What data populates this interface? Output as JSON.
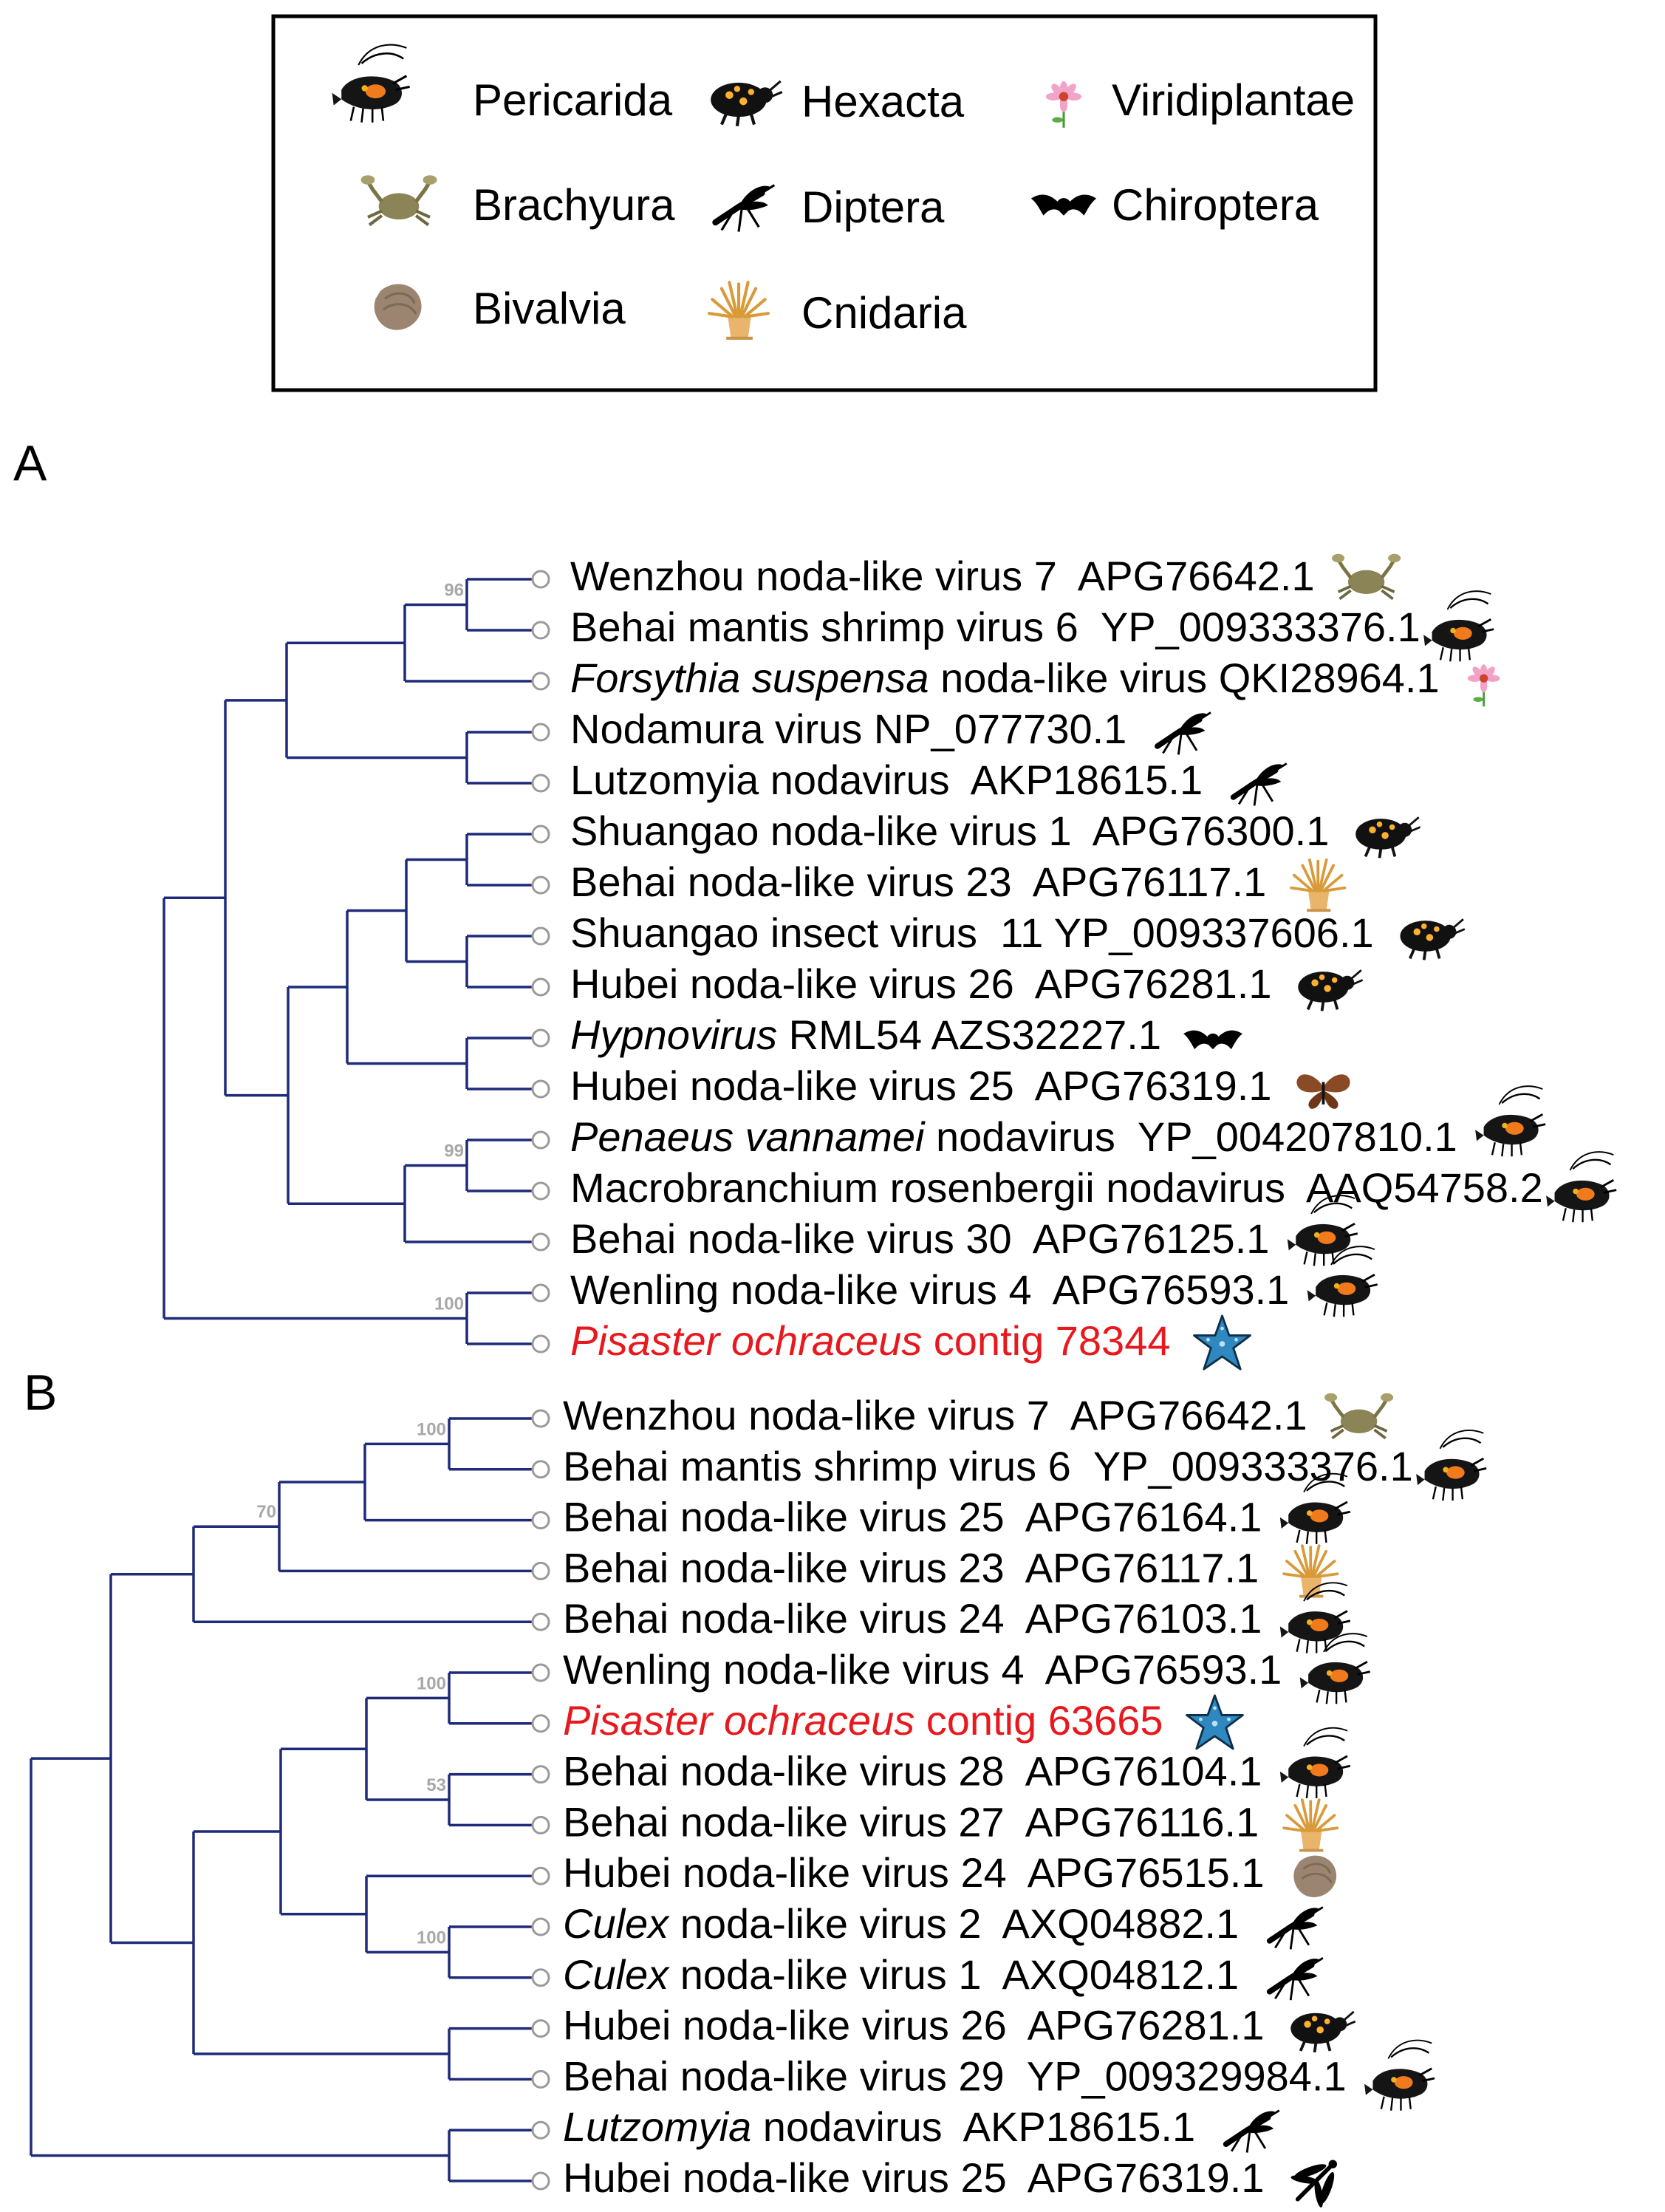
{
  "colors": {
    "branch": "#1f2b7a",
    "highlight": "#e8191e",
    "support": "#a8a8a8",
    "pericarida": "#f07a1c",
    "brachyura": "#8a8456",
    "bivalvia": "#9b8570",
    "hexacta": "#ffb02e",
    "cnidaria": "#e8b56a",
    "viridiplantae": "#f2a3c8",
    "starfish": "#2f88c0"
  },
  "legend": [
    {
      "label": "Pericarida",
      "icon": "shrimp-icon"
    },
    {
      "label": "Hexacta",
      "icon": "insect-icon"
    },
    {
      "label": "Viridiplantae",
      "icon": "flower-icon"
    },
    {
      "label": "Brachyura",
      "icon": "crab-icon"
    },
    {
      "label": "Diptera",
      "icon": "mosquito-icon"
    },
    {
      "label": "Chiroptera",
      "icon": "bat-icon"
    },
    {
      "label": "Bivalvia",
      "icon": "shell-icon"
    },
    {
      "label": "Cnidaria",
      "icon": "anemone-icon"
    }
  ],
  "trees": [
    {
      "label": "A",
      "leaves": [
        {
          "segments": [
            {
              "text": "Wenzhou noda-like virus 7  APG76642.1"
            }
          ],
          "icon": "crab-icon"
        },
        {
          "segments": [
            {
              "text": "Behai mantis shrimp virus 6  YP_009333376.1"
            }
          ],
          "icon": "shrimp-icon"
        },
        {
          "segments": [
            {
              "text": "Forsythia suspensa",
              "italic": true
            },
            {
              "text": " noda-like virus QKI28964.1"
            }
          ],
          "icon": "flower-icon"
        },
        {
          "segments": [
            {
              "text": "Nodamura virus NP_077730.1"
            }
          ],
          "icon": "mosquito-icon"
        },
        {
          "segments": [
            {
              "text": "Lutzomyia nodavirus  AKP18615.1"
            }
          ],
          "icon": "mosquito-icon"
        },
        {
          "segments": [
            {
              "text": "Shuangao noda-like virus 1  APG76300.1"
            }
          ],
          "icon": "insect-icon"
        },
        {
          "segments": [
            {
              "text": "Behai noda-like virus 23  APG76117.1"
            }
          ],
          "icon": "anemone-icon"
        },
        {
          "segments": [
            {
              "text": "Shuangao insect virus  11 YP_009337606.1"
            }
          ],
          "icon": "insect-icon"
        },
        {
          "segments": [
            {
              "text": "Hubei noda-like virus 26  APG76281.1"
            }
          ],
          "icon": "insect-icon"
        },
        {
          "segments": [
            {
              "text": "Hypnovirus",
              "italic": true
            },
            {
              "text": " RML54 AZS32227.1"
            }
          ],
          "icon": "bat-icon"
        },
        {
          "segments": [
            {
              "text": "Hubei noda-like virus 25  APG76319.1"
            }
          ],
          "icon": "butterfly-icon"
        },
        {
          "segments": [
            {
              "text": "Penaeus vannamei",
              "italic": true
            },
            {
              "text": " nodavirus  YP_004207810.1"
            }
          ],
          "icon": "shrimp-icon"
        },
        {
          "segments": [
            {
              "text": "Macrobranchium rosenbergii nodavirus  AAQ54758.2"
            }
          ],
          "icon": "shrimp-icon"
        },
        {
          "segments": [
            {
              "text": "Behai noda-like virus 30  APG76125.1"
            }
          ],
          "icon": "shrimp-icon"
        },
        {
          "segments": [
            {
              "text": "Wenling noda-like virus 4  APG76593.1"
            }
          ],
          "icon": "shrimp-icon"
        },
        {
          "segments": [
            {
              "text": "Pisaster ochraceus",
              "italic": true
            },
            {
              "text": " contig 78344"
            }
          ],
          "icon": "starfish-icon",
          "highlight": true
        }
      ],
      "support": [
        {
          "node": "n96",
          "value": "96"
        },
        {
          "node": "n99",
          "value": "99"
        },
        {
          "node": "n100",
          "value": "100"
        }
      ]
    },
    {
      "label": "B",
      "leaves": [
        {
          "segments": [
            {
              "text": "Wenzhou noda-like virus 7  APG76642.1"
            }
          ],
          "icon": "crab-icon"
        },
        {
          "segments": [
            {
              "text": "Behai mantis shrimp virus 6  YP_009333376.1"
            }
          ],
          "icon": "shrimp-icon"
        },
        {
          "segments": [
            {
              "text": "Behai noda-like virus 25  APG76164.1"
            }
          ],
          "icon": "shrimp-icon"
        },
        {
          "segments": [
            {
              "text": "Behai noda-like virus 23  APG76117.1"
            }
          ],
          "icon": "anemone-icon"
        },
        {
          "segments": [
            {
              "text": "Behai noda-like virus 24  APG76103.1"
            }
          ],
          "icon": "shrimp-icon"
        },
        {
          "segments": [
            {
              "text": "Wenling noda-like virus 4  APG76593.1"
            }
          ],
          "icon": "shrimp-icon"
        },
        {
          "segments": [
            {
              "text": "Pisaster ochraceus",
              "italic": true
            },
            {
              "text": " contig 63665"
            }
          ],
          "icon": "starfish-icon",
          "highlight": true
        },
        {
          "segments": [
            {
              "text": "Behai noda-like virus 28  APG76104.1"
            }
          ],
          "icon": "shrimp-icon"
        },
        {
          "segments": [
            {
              "text": "Behai noda-like virus 27  APG76116.1"
            }
          ],
          "icon": "anemone-icon"
        },
        {
          "segments": [
            {
              "text": "Hubei noda-like virus 24  APG76515.1"
            }
          ],
          "icon": "shell-icon"
        },
        {
          "segments": [
            {
              "text": "Culex",
              "italic": true
            },
            {
              "text": " noda-like virus 2  AXQ04882.1"
            }
          ],
          "icon": "mosquito-icon"
        },
        {
          "segments": [
            {
              "text": "Culex",
              "italic": true
            },
            {
              "text": " noda-like virus 1  AXQ04812.1"
            }
          ],
          "icon": "mosquito-icon"
        },
        {
          "segments": [
            {
              "text": "Hubei noda-like virus 26  APG76281.1"
            }
          ],
          "icon": "insect-icon"
        },
        {
          "segments": [
            {
              "text": "Behai noda-like virus 29  YP_009329984.1"
            }
          ],
          "icon": "shrimp-icon"
        },
        {
          "segments": [
            {
              "text": "Lutzomyia",
              "italic": true
            },
            {
              "text": " nodavirus  AKP18615.1"
            }
          ],
          "icon": "mosquito-icon"
        },
        {
          "segments": [
            {
              "text": "Hubei noda-like virus 25  APG76319.1"
            }
          ],
          "icon": "dragonfly-icon"
        }
      ],
      "support": [
        {
          "node": "m100a",
          "value": "100"
        },
        {
          "node": "m70",
          "value": "70"
        },
        {
          "node": "m100b",
          "value": "100"
        },
        {
          "node": "m53",
          "value": "53"
        },
        {
          "node": "m100c",
          "value": "100"
        }
      ]
    }
  ]
}
